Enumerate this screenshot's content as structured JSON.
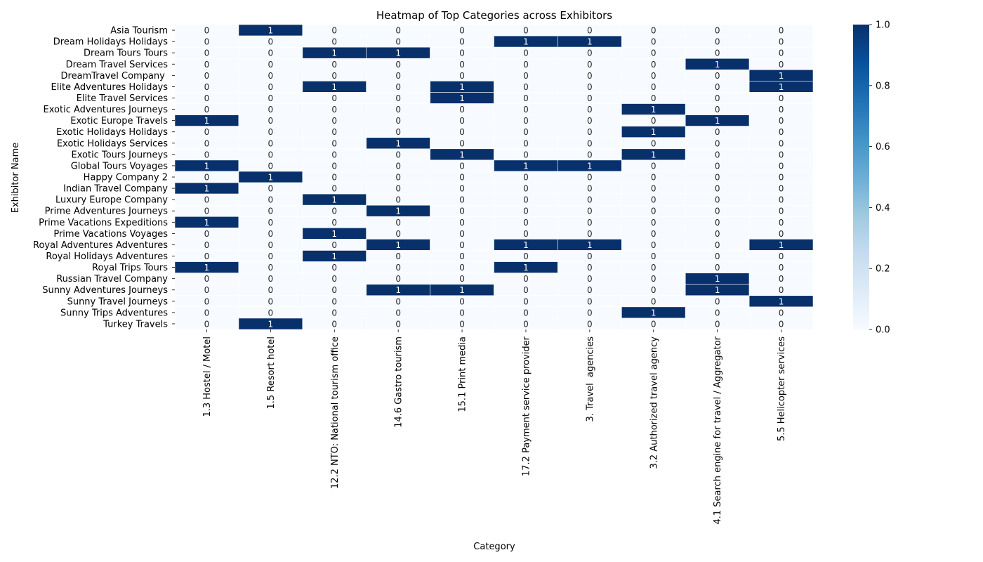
{
  "chart_data": {
    "type": "heatmap",
    "title": "Heatmap of Top Categories across Exhibitors",
    "xlabel": "Category",
    "ylabel": "Exhibitor Name",
    "columns": [
      "1.3 Hostel / Motel",
      "1.5 Resort hotel",
      "12.2 NTO: National tourism office",
      "14.6 Gastro tourism",
      "15.1 Print media",
      "17.2 Payment service provider",
      "3. Travel  agencies",
      "3.2 Authorized travel agency",
      "4.1 Search engine for travel / Aggregator",
      "5.5 Helicopter services"
    ],
    "rows": [
      "Asia Tourism",
      "Dream Holidays Holidays",
      "Dream Tours Tours",
      "Dream Travel Services",
      "DreamTravel Company ",
      "Elite Adventures Holidays",
      "Elite Travel Services",
      "Exotic Adventures Journeys",
      "Exotic Europe Travels",
      "Exotic Holidays Holidays",
      "Exotic Holidays Services",
      "Exotic Tours Journeys",
      "Global Tours Voyages",
      "Happy Company 2",
      "Indian Travel Company",
      "Luxury Europe Company",
      "Prime Adventures Journeys",
      "Prime Vacations Expeditions",
      "Prime Vacations Voyages",
      "Royal Adventures Adventures",
      "Royal Holidays Adventures",
      "Royal Trips Tours",
      "Russian Travel Company",
      "Sunny Adventures Journeys",
      "Sunny Travel Journeys",
      "Sunny Trips Adventures",
      "Turkey Travels"
    ],
    "values": [
      [
        0,
        1,
        0,
        0,
        0,
        0,
        0,
        0,
        0,
        0
      ],
      [
        0,
        0,
        0,
        0,
        0,
        1,
        1,
        0,
        0,
        0
      ],
      [
        0,
        0,
        1,
        1,
        0,
        0,
        0,
        0,
        0,
        0
      ],
      [
        0,
        0,
        0,
        0,
        0,
        0,
        0,
        0,
        1,
        0
      ],
      [
        0,
        0,
        0,
        0,
        0,
        0,
        0,
        0,
        0,
        1
      ],
      [
        0,
        0,
        1,
        0,
        1,
        0,
        0,
        0,
        0,
        1
      ],
      [
        0,
        0,
        0,
        0,
        1,
        0,
        0,
        0,
        0,
        0
      ],
      [
        0,
        0,
        0,
        0,
        0,
        0,
        0,
        1,
        0,
        0
      ],
      [
        1,
        0,
        0,
        0,
        0,
        0,
        0,
        0,
        1,
        0
      ],
      [
        0,
        0,
        0,
        0,
        0,
        0,
        0,
        1,
        0,
        0
      ],
      [
        0,
        0,
        0,
        1,
        0,
        0,
        0,
        0,
        0,
        0
      ],
      [
        0,
        0,
        0,
        0,
        1,
        0,
        0,
        1,
        0,
        0
      ],
      [
        1,
        0,
        0,
        0,
        0,
        1,
        1,
        0,
        0,
        0
      ],
      [
        0,
        1,
        0,
        0,
        0,
        0,
        0,
        0,
        0,
        0
      ],
      [
        1,
        0,
        0,
        0,
        0,
        0,
        0,
        0,
        0,
        0
      ],
      [
        0,
        0,
        1,
        0,
        0,
        0,
        0,
        0,
        0,
        0
      ],
      [
        0,
        0,
        0,
        1,
        0,
        0,
        0,
        0,
        0,
        0
      ],
      [
        1,
        0,
        0,
        0,
        0,
        0,
        0,
        0,
        0,
        0
      ],
      [
        0,
        0,
        1,
        0,
        0,
        0,
        0,
        0,
        0,
        0
      ],
      [
        0,
        0,
        0,
        1,
        0,
        1,
        1,
        0,
        0,
        1
      ],
      [
        0,
        0,
        1,
        0,
        0,
        0,
        0,
        0,
        0,
        0
      ],
      [
        1,
        0,
        0,
        0,
        0,
        1,
        0,
        0,
        0,
        0
      ],
      [
        0,
        0,
        0,
        0,
        0,
        0,
        0,
        0,
        1,
        0
      ],
      [
        0,
        0,
        0,
        1,
        1,
        0,
        0,
        0,
        1,
        0
      ],
      [
        0,
        0,
        0,
        0,
        0,
        0,
        0,
        0,
        0,
        1
      ],
      [
        0,
        0,
        0,
        0,
        0,
        0,
        0,
        1,
        0,
        0
      ],
      [
        0,
        1,
        0,
        0,
        0,
        0,
        0,
        0,
        0,
        0
      ]
    ],
    "vmin": 0,
    "vmax": 1,
    "colormap": "Blues",
    "colors": {
      "low": "#f7fbff",
      "high": "#08306b",
      "grid": "#ffffff",
      "text_dark": "#262626",
      "text_light": "#ffffff"
    },
    "colorbar_ticks": [
      "0.0",
      "0.2",
      "0.4",
      "0.6",
      "0.8",
      "1.0"
    ],
    "annotated": true
  }
}
